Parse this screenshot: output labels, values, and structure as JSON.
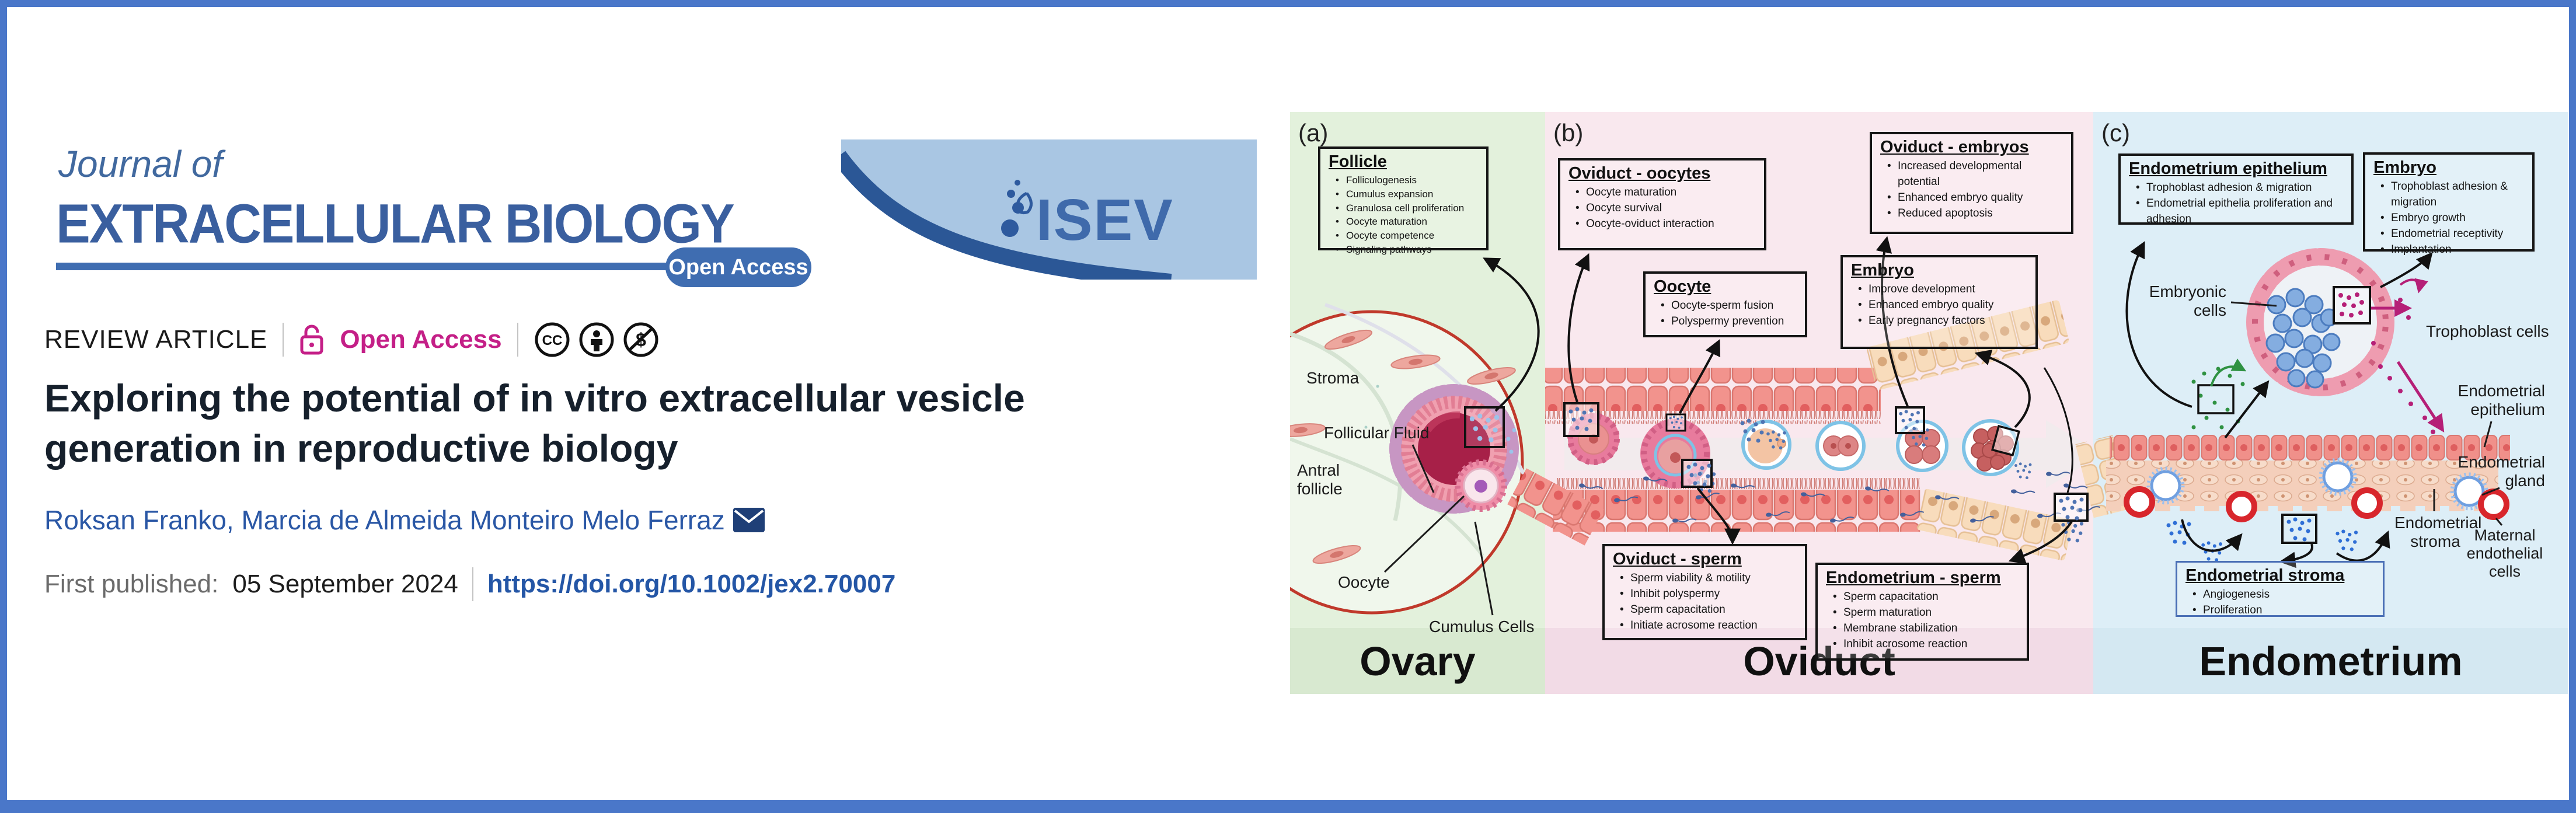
{
  "journal": {
    "name_line1": "Journal of",
    "name_line2": "EXTRACELLULAR BIOLOGY",
    "open_access_badge": "Open Access",
    "society_logo": "ISEV"
  },
  "article": {
    "type_label": "REVIEW ARTICLE",
    "access_label": "Open Access",
    "license_icons": [
      "creative-commons",
      "attribution",
      "non-commercial"
    ],
    "title": "Exploring the potential of in vitro extracellular vesicle generation in reproductive biology",
    "authors": "Roksan Franko, Marcia de Almeida Monteiro Melo Ferraz",
    "first_published_label": "First published:",
    "first_published_date": "05 September 2024",
    "doi_link": "https://doi.org/10.1002/jex2.70007"
  },
  "figure": {
    "panel_a": {
      "letter": "(a)",
      "region_label": "Ovary",
      "follicle_box": {
        "title": "Follicle",
        "items": [
          "Folliculogenesis",
          "Cumulus expansion",
          "Granulosa cell proliferation",
          "Oocyte maturation",
          "Oocyte competence",
          "Signaling pathways"
        ]
      },
      "labels": {
        "stroma": "Stroma",
        "follicular_fluid": "Follicular Fluid",
        "antral_follicle": "Antral follicle",
        "oocyte": "Oocyte",
        "cumulus_cells": "Cumulus Cells"
      }
    },
    "panel_b": {
      "letter": "(b)",
      "region_label": "Oviduct",
      "oviduct_oocytes_box": {
        "title": "Oviduct - oocytes",
        "items": [
          "Oocyte maturation",
          "Oocyte survival",
          "Oocyte-oviduct interaction"
        ]
      },
      "oviduct_embryos_box": {
        "title": "Oviduct - embryos",
        "items": [
          "Increased developmental potential",
          "Enhanced embryo quality",
          "Reduced apoptosis"
        ]
      },
      "oocyte_box": {
        "title": "Oocyte",
        "items": [
          "Oocyte-sperm fusion",
          "Polyspermy prevention"
        ]
      },
      "embryo_box": {
        "title": "Embryo",
        "items": [
          "Improve development",
          "Enhanced embryo quality",
          "Early pregnancy factors"
        ]
      },
      "oviduct_sperm_box": {
        "title": "Oviduct - sperm",
        "items": [
          "Sperm viability & motility",
          "Inhibit polyspermy",
          "Sperm capacitation",
          "Initiate acrosome reaction"
        ]
      },
      "endometrium_sperm_box": {
        "title": "Endometrium - sperm",
        "items": [
          "Sperm capacitation",
          "Sperm maturation",
          "Membrane stabilization",
          "Inhibit acrosome reaction"
        ]
      }
    },
    "panel_c": {
      "letter": "(c)",
      "region_label": "Endometrium",
      "endometrium_epithelium_box": {
        "title": "Endometrium epithelium",
        "items": [
          "Trophoblast adhesion & migration",
          "Endometrial epithelia proliferation and adhesion"
        ]
      },
      "embryo_box": {
        "title": "Embryo",
        "items": [
          "Trophoblast adhesion & migration",
          "Embryo growth",
          "Endometrial receptivity",
          "Implantation"
        ]
      },
      "endometrial_stroma_box": {
        "title": "Endometrial stroma",
        "items": [
          "Angiogenesis",
          "Proliferation"
        ]
      },
      "labels": {
        "embryonic_cells": "Embryonic cells",
        "trophoblast_cells": "Trophoblast cells",
        "endometrial_epithelium": "Endometrial epithelium",
        "endometrial_gland": "Endometrial gland",
        "endometrial_stroma": "Endometrial stroma",
        "maternal_endothelial_cells": "Maternal endothelial cells"
      }
    },
    "colors": {
      "panel_a_bg": "#e3f1dc",
      "panel_b_bg": "#f9e8ee",
      "panel_c_bg": "#ddeef7",
      "band_a_bg": "#d8e9d0",
      "band_b_bg": "#f2dbe6",
      "band_c_bg": "#d4e8f2",
      "ev_blue": "#4f74b3",
      "ev_magenta": "#b51f77",
      "ev_green": "#2f9242",
      "accent_blue": "#3f6db1",
      "open_access_pink": "#c41f87",
      "page_border": "#4a77c9"
    }
  }
}
